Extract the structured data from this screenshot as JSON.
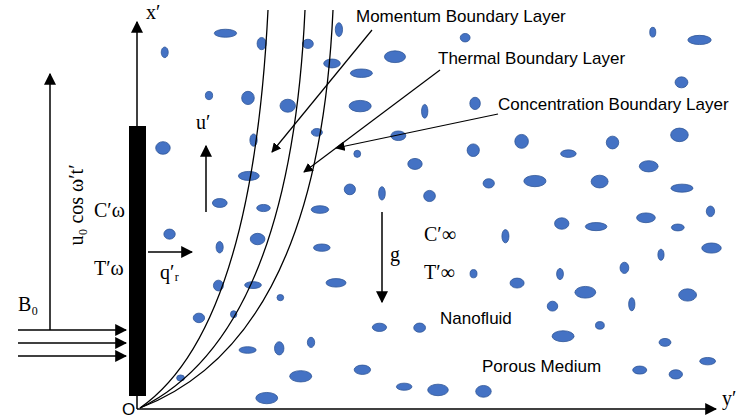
{
  "diagram": {
    "labels": [
      "x′",
      "Momentum Boundary Layer",
      "Thermal Boundary Layer",
      "Concentration Boundary Layer",
      "u′",
      "u₀ cos ω′t′",
      "C′ω",
      "T′ω",
      "q′ᵣ",
      "g",
      "C′∞",
      "T′∞",
      "Nanofluid",
      "Porous Medium",
      "B₀",
      "O",
      "y′"
    ]
  }
}
